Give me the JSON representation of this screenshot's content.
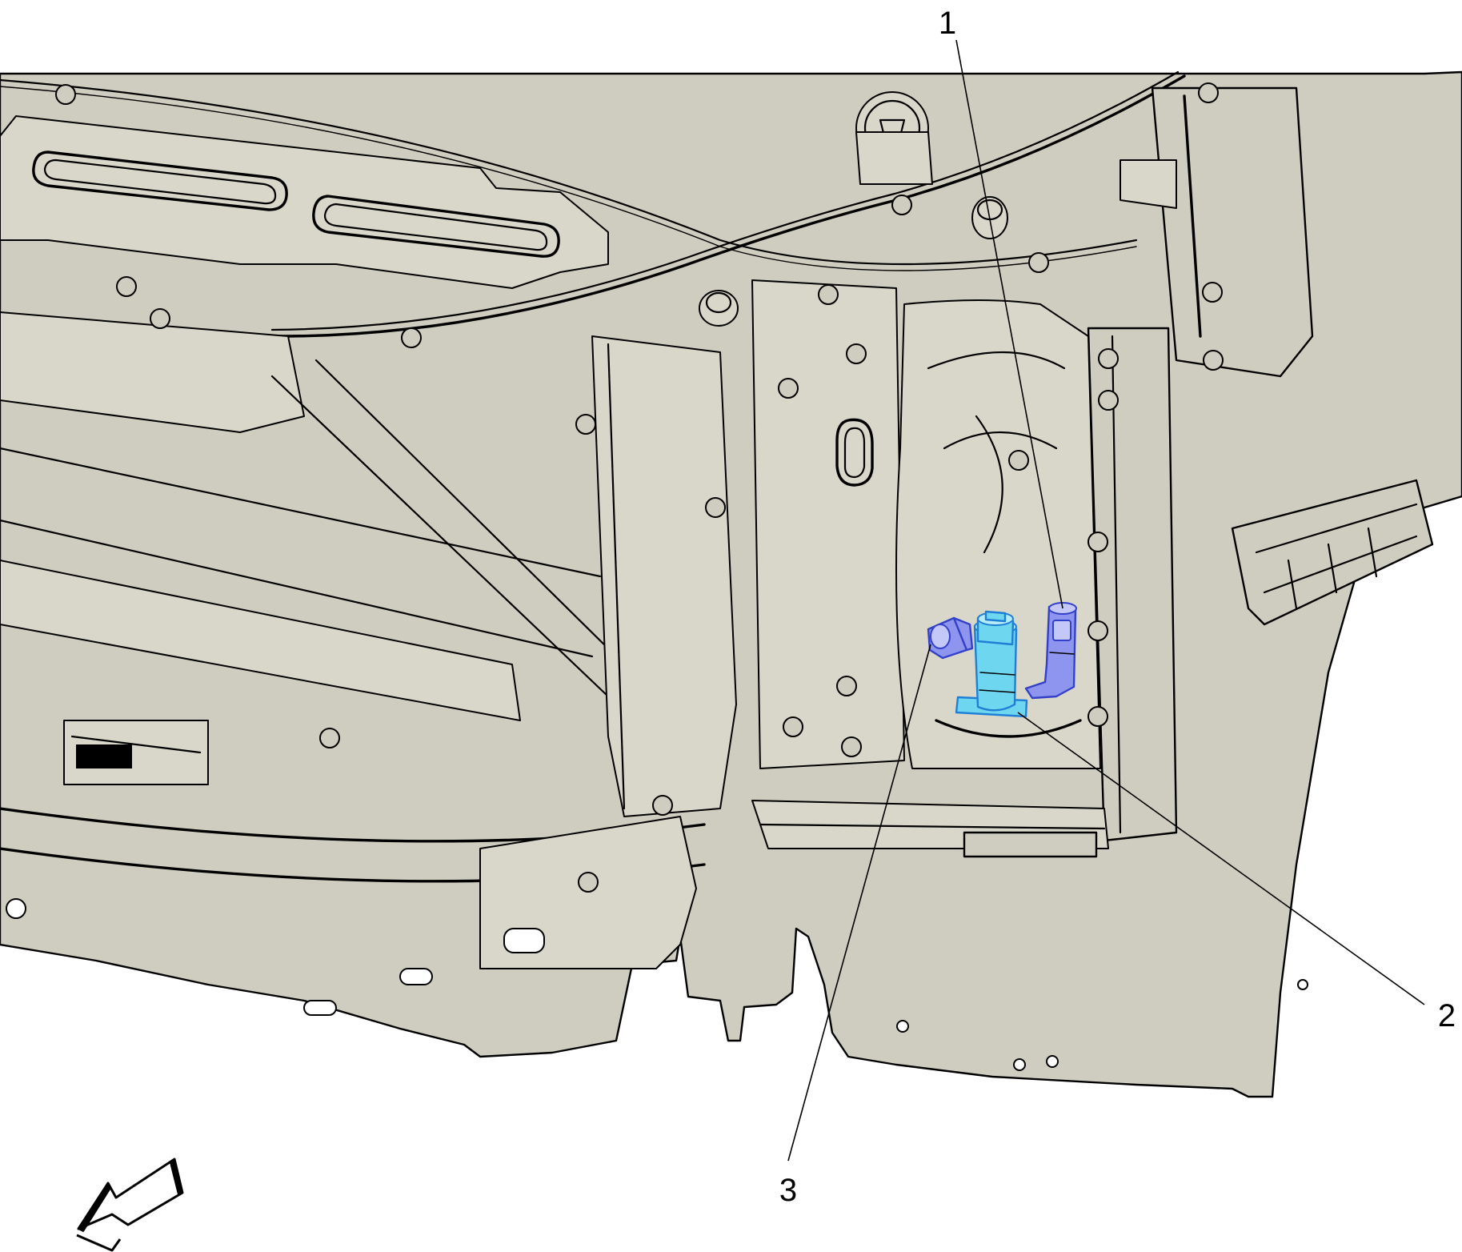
{
  "diagram": {
    "callouts": [
      {
        "label": "1",
        "part": "washer-pump-connector-upper"
      },
      {
        "label": "2",
        "part": "washer-pump-motor"
      },
      {
        "label": "3",
        "part": "washer-pump-connector-lower"
      }
    ],
    "highlight_colors": {
      "pump_motor": "#6fd6f0",
      "connectors": "#8d95ee",
      "line_art_fill": "#cfcdbf"
    },
    "icons": [
      "view-direction-arrow-icon"
    ]
  }
}
